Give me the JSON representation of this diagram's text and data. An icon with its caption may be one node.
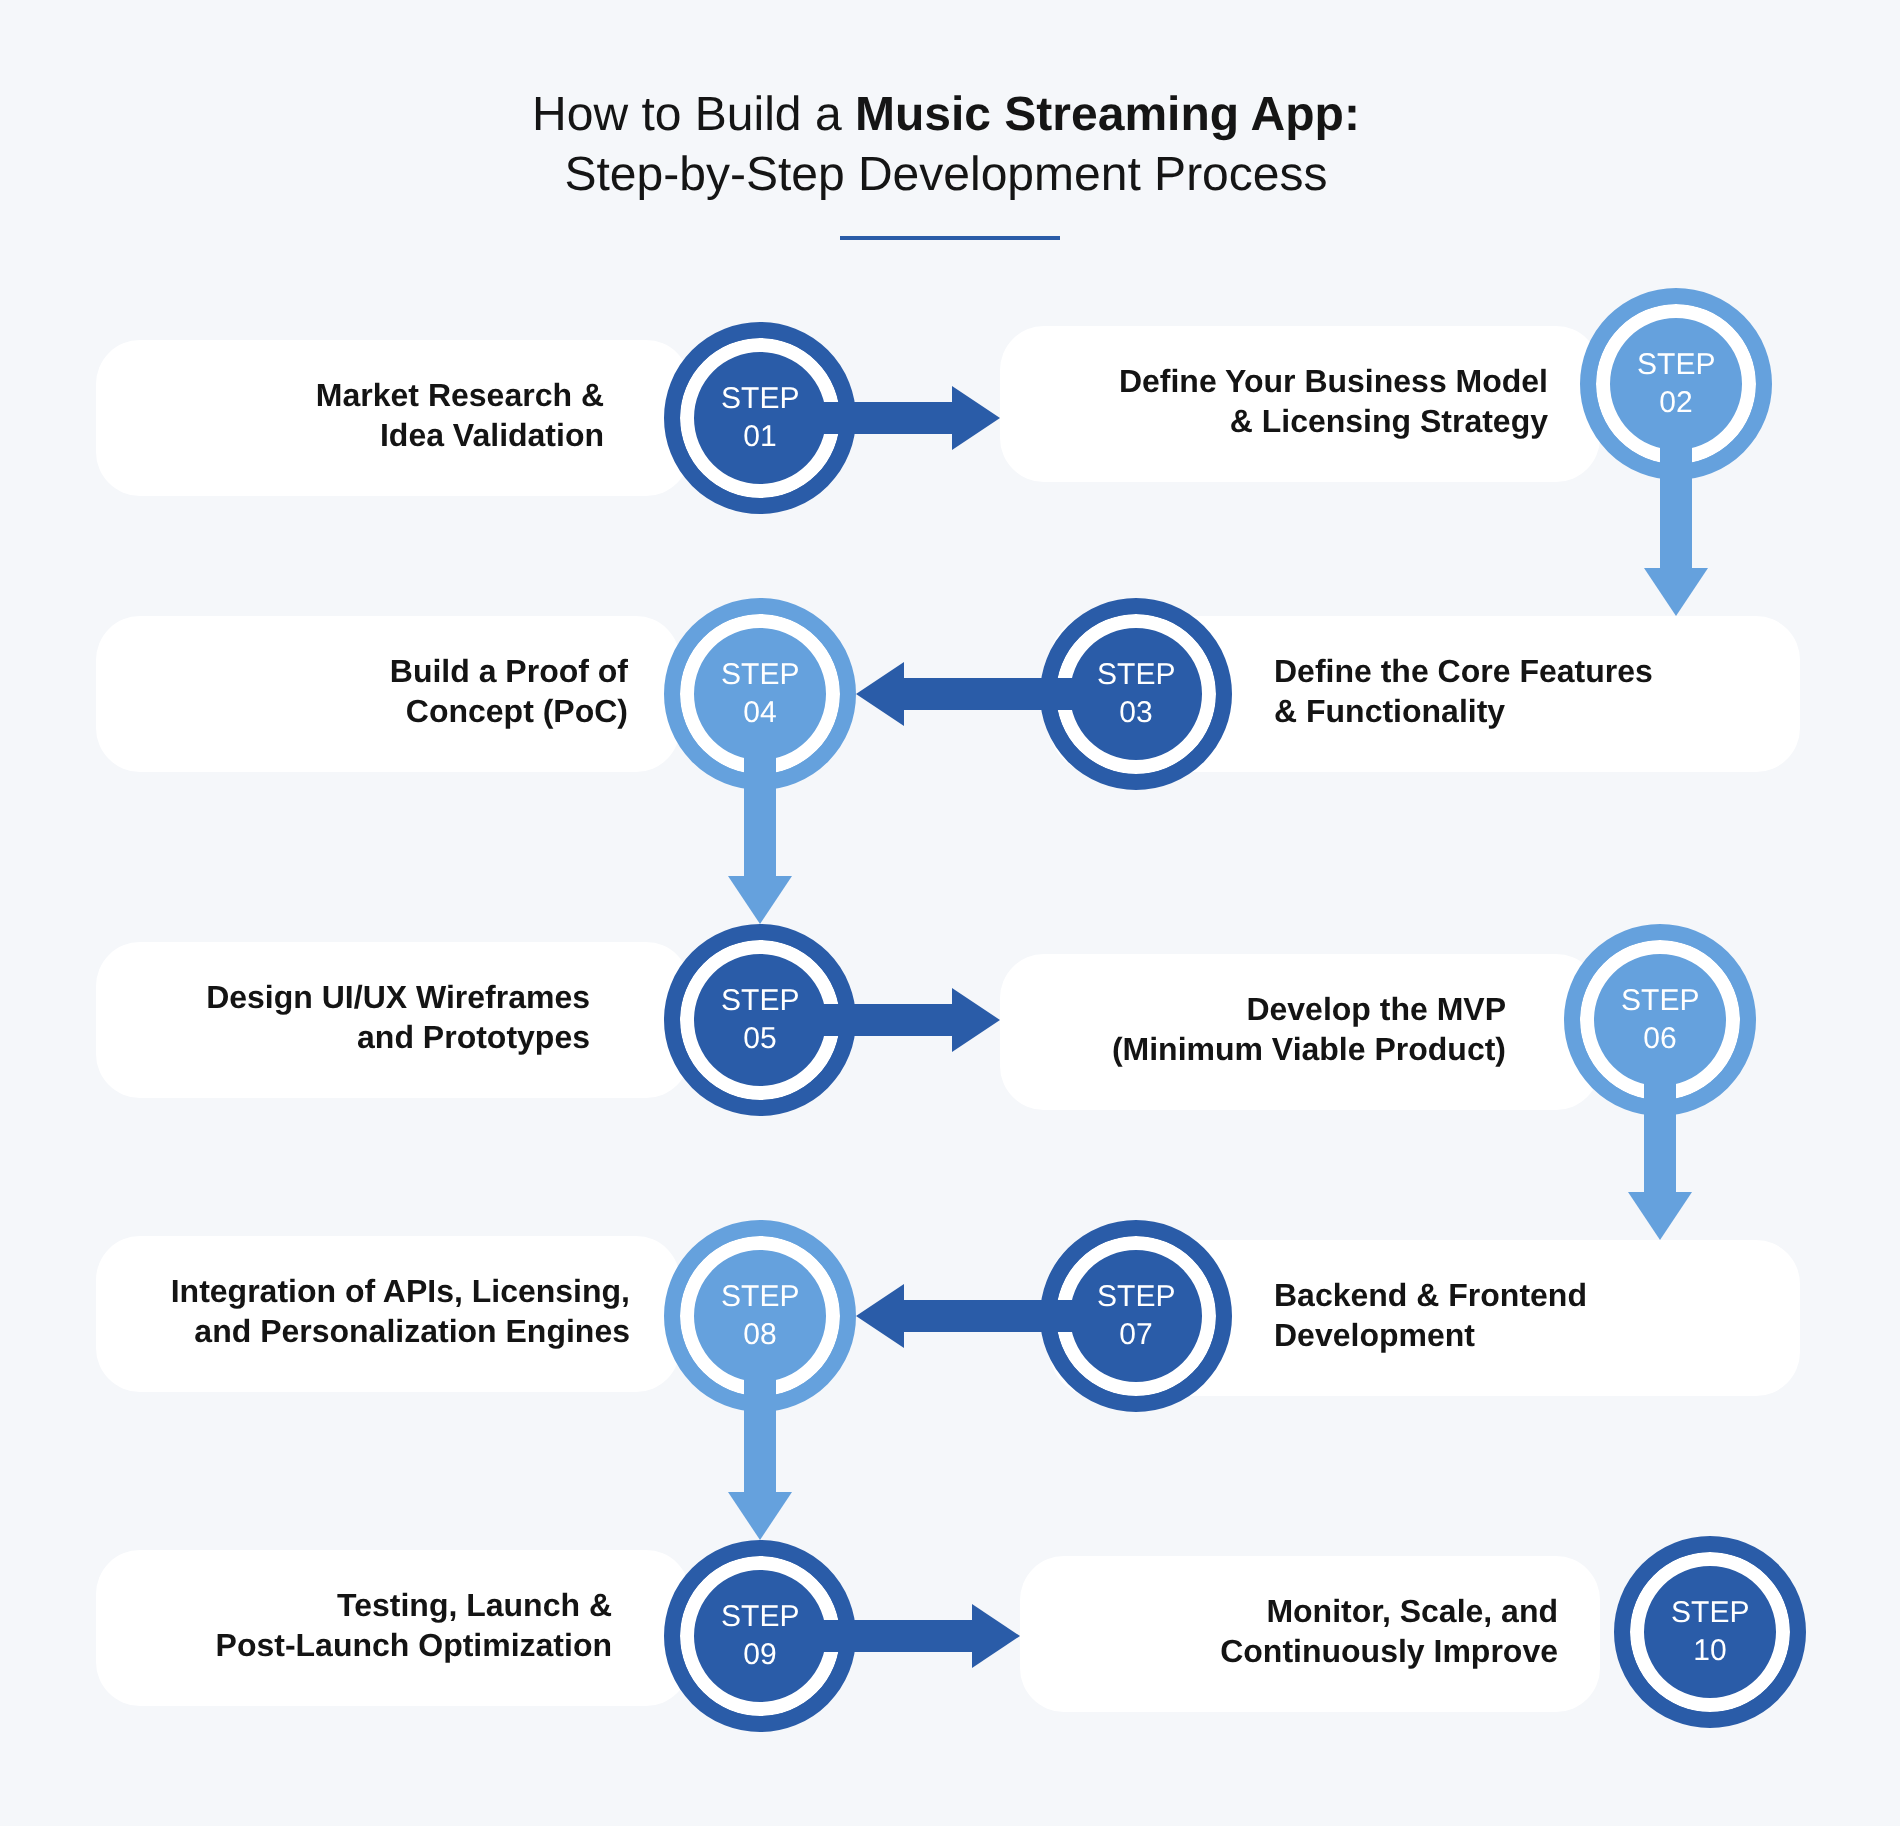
{
  "diagram": {
    "title": "How to Build a **Music Streaming App:** Step-by-Step Development Process",
    "nodes": [
      {
        "text": [
          "Market Research & Idea Validation"
        ]
      },
      {
        "text": [
          "STEP 01"
        ]
      },
      {
        "text": [
          "Define Your Business Model & Licensing Strategy"
        ]
      },
      {
        "text": [
          "STEP 02"
        ]
      },
      {
        "text": [
          "Define the Core Features & Functionality"
        ]
      },
      {
        "text": [
          "STEP 03"
        ]
      },
      {
        "text": [
          "Build a Proof of Concept (PoC)"
        ]
      },
      {
        "text": [
          "STEP 04"
        ]
      },
      {
        "text": [
          "Design UI/UX Wireframes and Prototypes"
        ]
      },
      {
        "text": [
          "STEP 05"
        ]
      },
      {
        "text": [
          "Develop the MVP (Minimum Viable Product)"
        ]
      },
      {
        "text": [
          "STEP 06"
        ]
      },
      {
        "text": [
          "Backend & Frontend Development"
        ]
      },
      {
        "text": [
          "STEP 07"
        ]
      },
      {
        "text": [
          "Integration of APIs, Licensing, and Personalization Engines"
        ]
      },
      {
        "text": [
          "STEP 08"
        ]
      },
      {
        "text": [
          "Testing, Launch & Post-Launch Optimization"
        ]
      },
      {
        "text": [
          "STEP 09"
        ]
      },
      {
        "text": [
          "Monitor, Scale, and Continuously Improve"
        ]
      },
      {
        "text": [
          "STEP 10"
        ]
      }
    ],
    "edges": [
      {
        "from": 1,
        "to": 2,
        "arrow": "to"
      },
      {
        "from": 3,
        "to": 4,
        "arrow": "to",
        "color": "#65a1dd"
      },
      {
        "from": 5,
        "to": 7,
        "arrow": "to"
      },
      {
        "from": 7,
        "to": 9,
        "arrow": "to",
        "color": "#65a1dd"
      },
      {
        "from": 9,
        "to": 10,
        "arrow": "to"
      },
      {
        "from": 11,
        "to": 12,
        "arrow": "to",
        "color": "#65a1dd"
      },
      {
        "from": 13,
        "to": 15,
        "arrow": "to"
      },
      {
        "from": 15,
        "to": 17,
        "arrow": "to",
        "color": "#65a1dd"
      },
      {
        "from": 17,
        "to": 18,
        "arrow": "to"
      }
    ]
  }
}
